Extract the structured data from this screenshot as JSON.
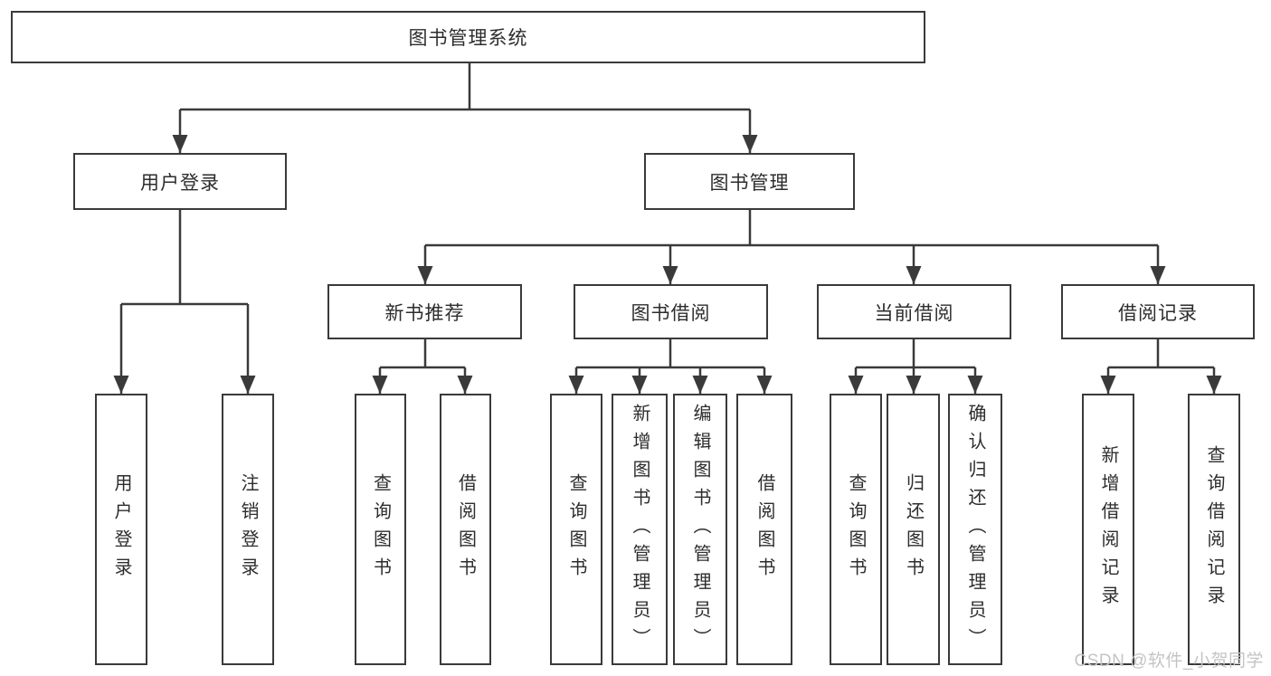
{
  "tree": {
    "root": {
      "label": "图书管理系统"
    },
    "user_login": {
      "label": "用户登录",
      "children": [
        "用户登录",
        "注销登录"
      ]
    },
    "book_management": {
      "label": "图书管理",
      "sections": {
        "new_book_recommend": {
          "label": "新书推荐",
          "children": [
            "查询图书",
            "借阅图书"
          ]
        },
        "book_borrowing": {
          "label": "图书借阅",
          "children": [
            "查询图书",
            "新增图书（管理员）",
            "编辑图书（管理员）",
            "借阅图书"
          ]
        },
        "current_borrowing": {
          "label": "当前借阅",
          "children": [
            "查询图书",
            "归还图书",
            "确认归还（管理员）"
          ]
        },
        "borrowing_records": {
          "label": "借阅记录",
          "children": [
            "新增借阅记录",
            "查询借阅记录"
          ]
        }
      }
    }
  },
  "watermark": "CSDN @软件_小贺同学",
  "colors": {
    "line": "#3a3a3a",
    "box_border": "#3a3a3a",
    "text": "#2d2d2d",
    "background": "#ffffff",
    "watermark": "#c4c4c4"
  }
}
